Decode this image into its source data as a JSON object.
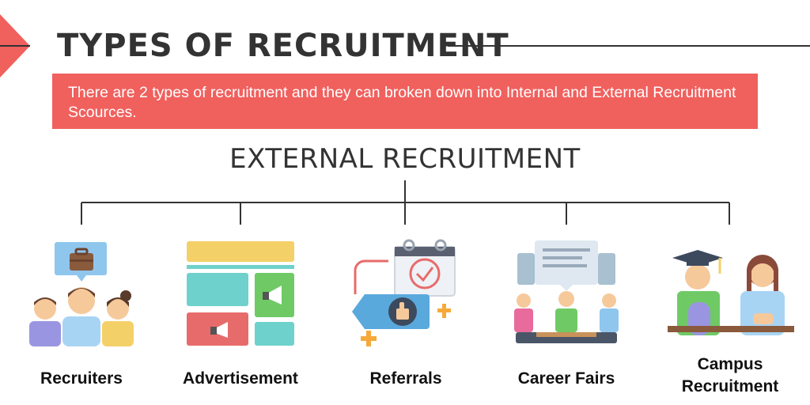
{
  "title": "TYPES OF RECRUITMENT",
  "banner_text": "There are 2 types of recruitment and they can broken down into Internal and External Recruitment Scources.",
  "subtitle": "EXTERNAL RECRUITMENT",
  "items": [
    {
      "label": "Recruiters",
      "icon": "recruiters-icon"
    },
    {
      "label": "Advertisement",
      "icon": "advertisement-icon"
    },
    {
      "label": "Referrals",
      "icon": "referrals-icon"
    },
    {
      "label": "Career Fairs",
      "icon": "career-fairs-icon"
    },
    {
      "label": "Campus Recruitment",
      "icon": "campus-recruitment-icon"
    }
  ],
  "colors": {
    "accent": "#f0605d",
    "text": "#333333"
  }
}
